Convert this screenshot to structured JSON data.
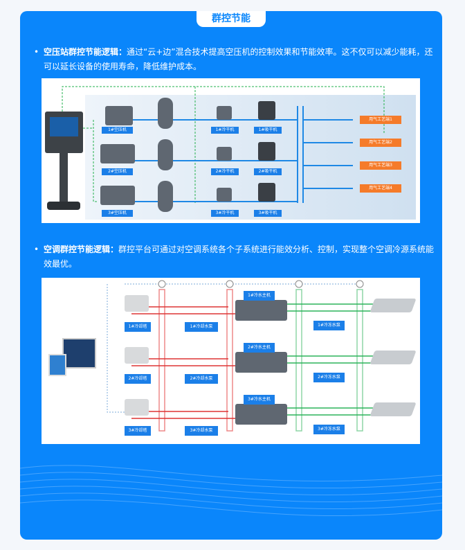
{
  "title": "群控节能",
  "section1": {
    "heading": "空压站群控节能逻辑：",
    "body": "通过“云+边”混合技术提高空压机的控制效果和节能效率。这不仅可以减少能耗，还可以延长设备的使用寿命，降低维护成本。",
    "compressors": [
      "1#空压机",
      "2#空压机",
      "3#空压机"
    ],
    "cold_dryers": [
      "1#冷干机",
      "2#冷干机",
      "3#冷干机"
    ],
    "adsorb_dryers": [
      "1#吸干机",
      "2#吸干机",
      "3#吸干机"
    ],
    "outputs": [
      "用气工艺端1",
      "用气工艺端2",
      "用气工艺端3",
      "用气工艺端4"
    ]
  },
  "section2": {
    "heading": "空调群控节能逻辑：",
    "body": "群控平台可通过对空调系统各个子系统进行能效分析、控制，实现整个空调冷源系统能效最优。",
    "towers": [
      "1#冷却塔",
      "2#冷却塔",
      "3#冷却塔"
    ],
    "cooling_pumps": [
      "1#冷却水泵",
      "2#冷却水泵",
      "3#冷却水泵"
    ],
    "chillers": [
      "1#冷水主机",
      "2#冷水主机",
      "3#冷水主机"
    ],
    "chilled_pumps": [
      "1#冷冻水泵",
      "2#冷冻水泵",
      "3#冷冻水泵"
    ]
  }
}
